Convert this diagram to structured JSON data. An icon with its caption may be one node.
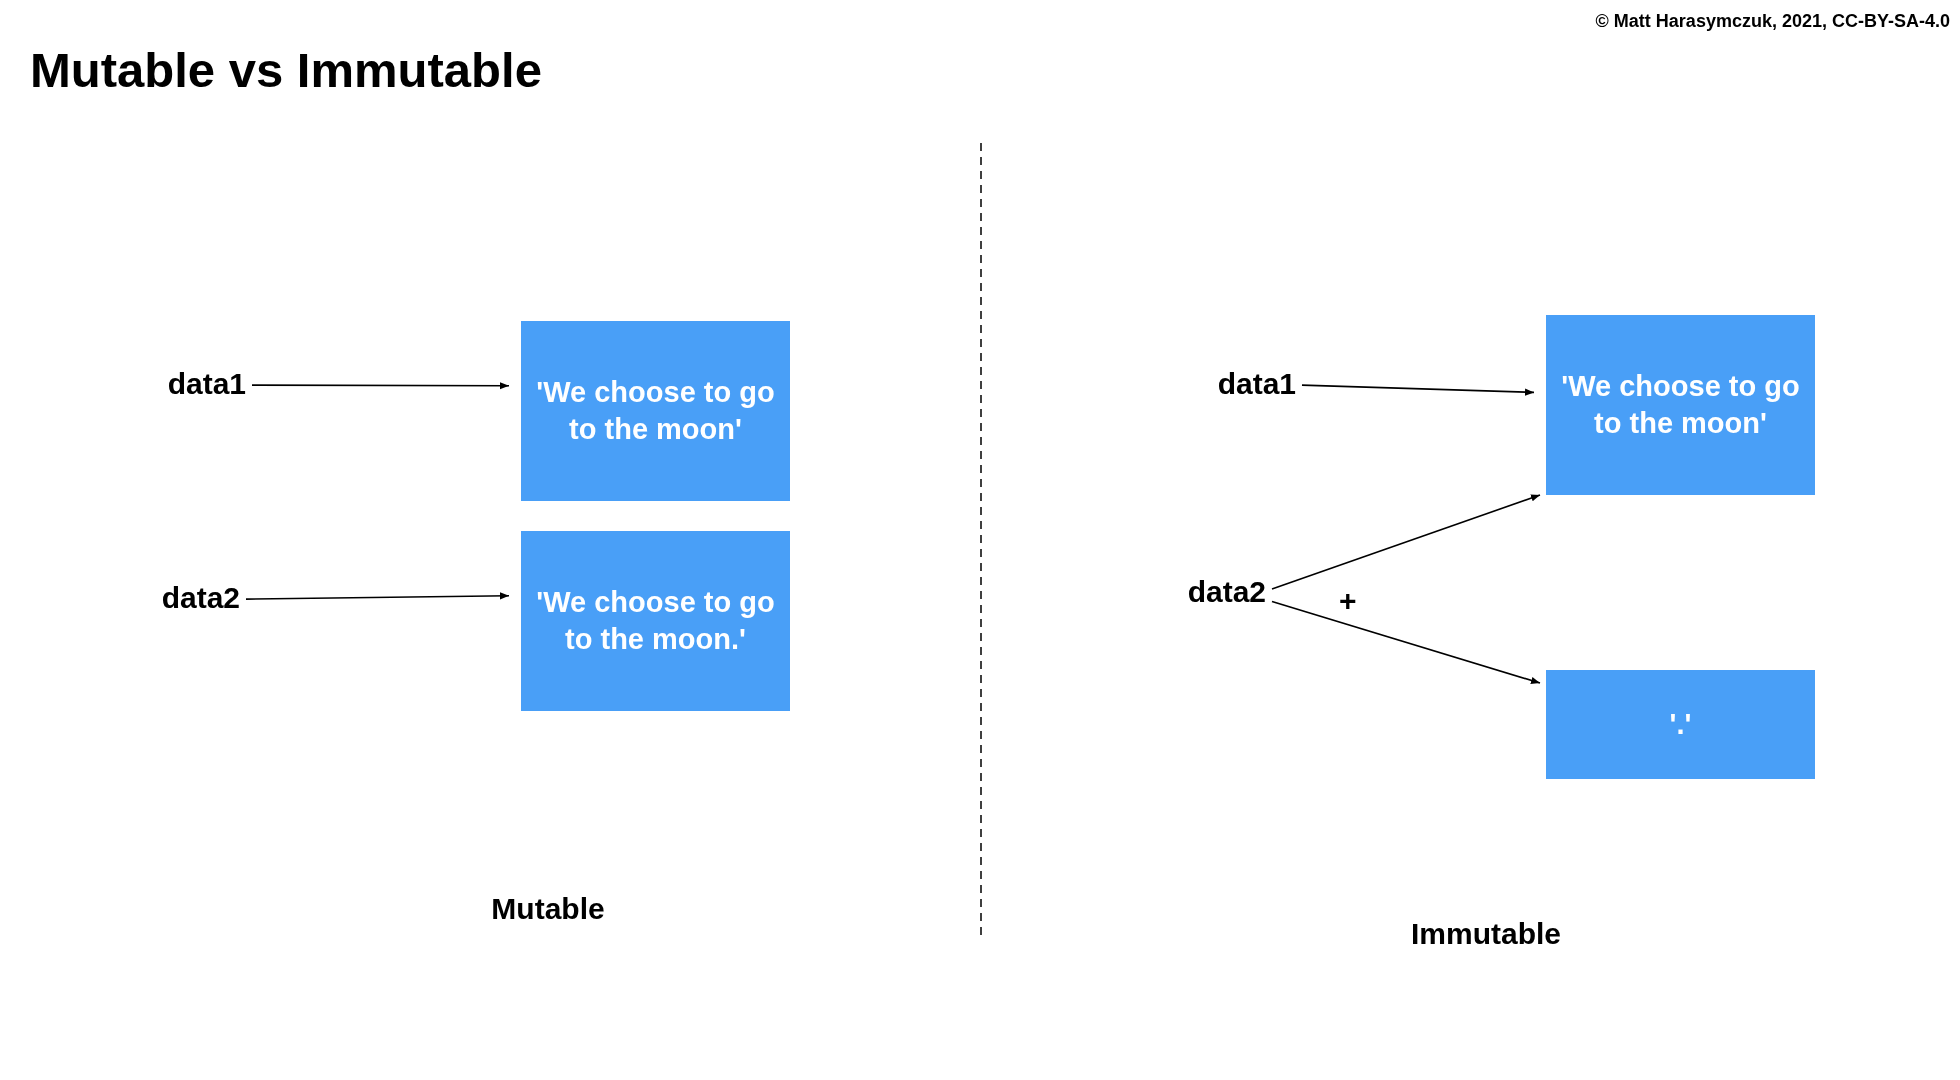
{
  "diagram": {
    "title": "Mutable vs Immutable",
    "nodes": [
      {
        "text": [
          "data1"
        ]
      },
      {
        "text": [
          "'We choose to go to the moon'"
        ]
      },
      {
        "text": [
          "data2"
        ]
      },
      {
        "text": [
          "'We choose to go to the moon.'"
        ]
      },
      {
        "text": [
          "data1"
        ]
      },
      {
        "text": [
          "'We choose to go to the moon'"
        ]
      },
      {
        "text": [
          "data2"
        ]
      },
      {
        "text": [
          "'.'"
        ]
      }
    ],
    "edges": [
      {
        "from": 0,
        "to": 1,
        "arrow": "to"
      },
      {
        "from": 2,
        "to": 3,
        "arrow": "to"
      },
      {
        "from": 4,
        "to": 5,
        "arrow": "to"
      },
      {
        "from": 6,
        "to": 5,
        "arrow": "to"
      },
      {
        "from": 6,
        "to": 7,
        "arrow": "to"
      }
    ],
    "labels": [
      "© Matt Harasymczuk, 2021, CC-BY-SA-4.0",
      "Mutable",
      "+",
      "Immutable"
    ]
  }
}
